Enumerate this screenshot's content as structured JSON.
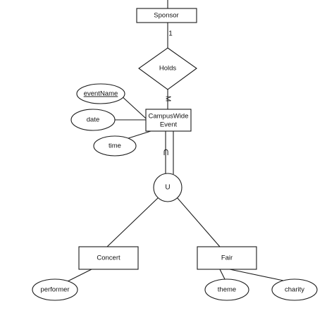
{
  "entities": {
    "sponsor": "Sponsor",
    "event_line1": "CampusWide",
    "event_line2": "Event",
    "concert": "Concert",
    "fair": "Fair"
  },
  "relationships": {
    "holds": "Holds"
  },
  "attributes": {
    "event_name": "eventName",
    "date": "date",
    "time": "time",
    "performer": "performer",
    "theme": "theme",
    "charity": "charity"
  },
  "specialization": {
    "union_symbol": "U",
    "subset_symbol": "⊂"
  },
  "cardinality": {
    "sponsor_side": "1",
    "event_side": "M"
  }
}
